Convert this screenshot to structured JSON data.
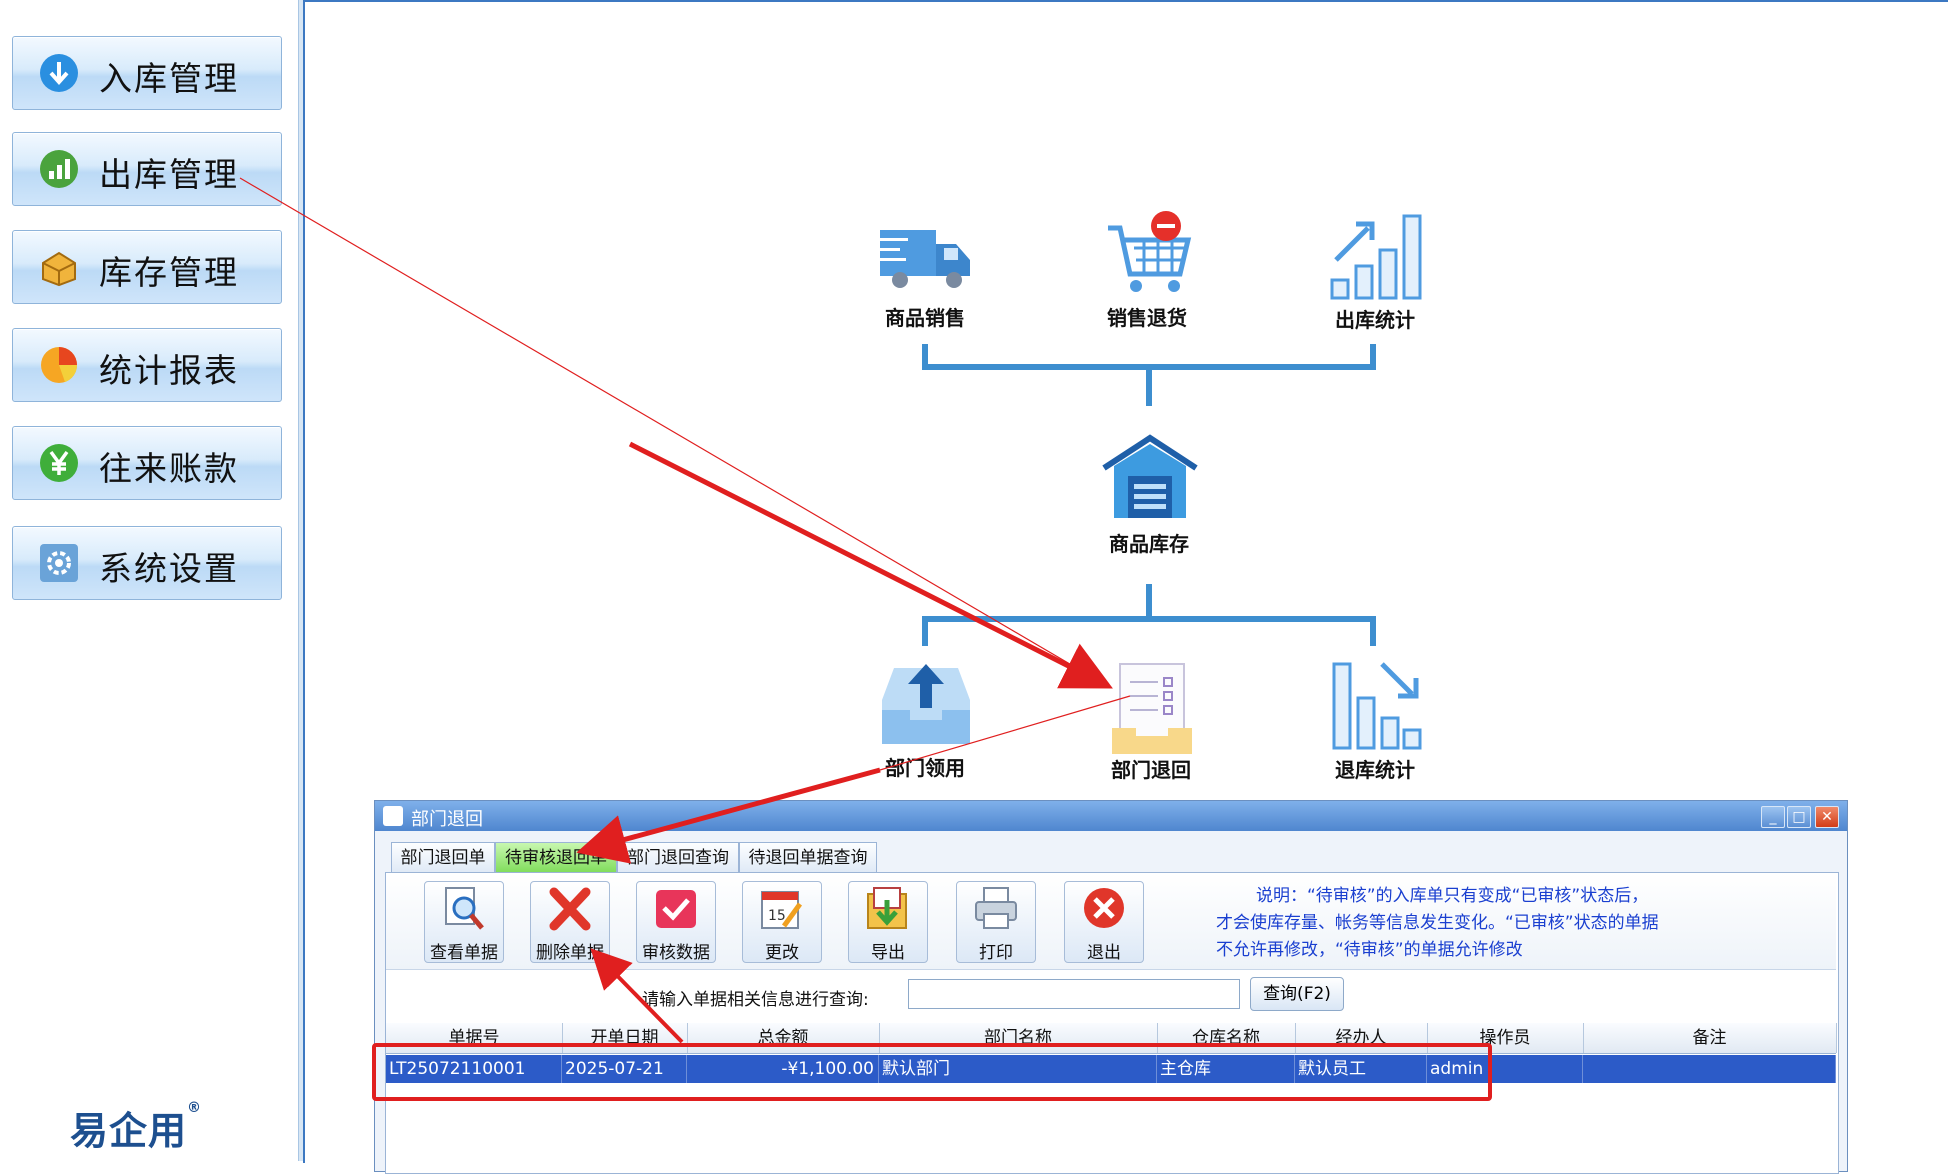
{
  "sidebar": {
    "items": [
      {
        "label": "入库管理",
        "icon": "down-arrow-icon"
      },
      {
        "label": "出库管理",
        "icon": "bar-chart-icon"
      },
      {
        "label": "库存管理",
        "icon": "box-icon"
      },
      {
        "label": "统计报表",
        "icon": "pie-chart-icon"
      },
      {
        "label": "往来账款",
        "icon": "yen-icon"
      },
      {
        "label": "系统设置",
        "icon": "gear-icon"
      }
    ],
    "brand": "易企用"
  },
  "flow": {
    "top": [
      {
        "label": "商品销售",
        "icon": "truck-icon"
      },
      {
        "label": "销售退货",
        "icon": "cart-minus-icon"
      },
      {
        "label": "出库统计",
        "icon": "bar-up-icon"
      }
    ],
    "center": {
      "label": "商品库存",
      "icon": "warehouse-icon"
    },
    "bottom": [
      {
        "label": "部门领用",
        "icon": "inbox-up-icon"
      },
      {
        "label": "部门退回",
        "icon": "document-return-icon"
      },
      {
        "label": "退库统计",
        "icon": "bar-down-icon"
      }
    ]
  },
  "dialog": {
    "title": "部门退回",
    "tabs": [
      "部门退回单",
      "待审核退回单",
      "部门退回查询",
      "待退回单据查询"
    ],
    "toolbar": [
      "查看单据",
      "删除单据",
      "审核数据",
      "更改",
      "导出",
      "打印",
      "退出"
    ],
    "note_lines": [
      "说明：“待审核”的入库单只有变成“已审核”状态后，",
      "才会使库存量、帐务等信息发生变化。“已审核”状态的单据",
      "不允许再修改，“待审核”的单据允许修改"
    ],
    "search_label": "请输入单据相关信息进行查询:",
    "search_value": "",
    "search_button": "查询(F2)",
    "columns": [
      "单据号",
      "开单日期",
      "总金额",
      "部门名称",
      "仓库名称",
      "经办人",
      "操作员",
      "备注"
    ],
    "rows": [
      [
        "LT25072110001",
        "2025-07-21",
        "-¥1,100.00",
        "默认部门",
        "主仓库",
        "默认员工",
        "admin",
        ""
      ]
    ]
  },
  "colors": {
    "accent": "#3d8ecf",
    "selection": "#2c5bc8",
    "annotation": "#e01f1f"
  }
}
